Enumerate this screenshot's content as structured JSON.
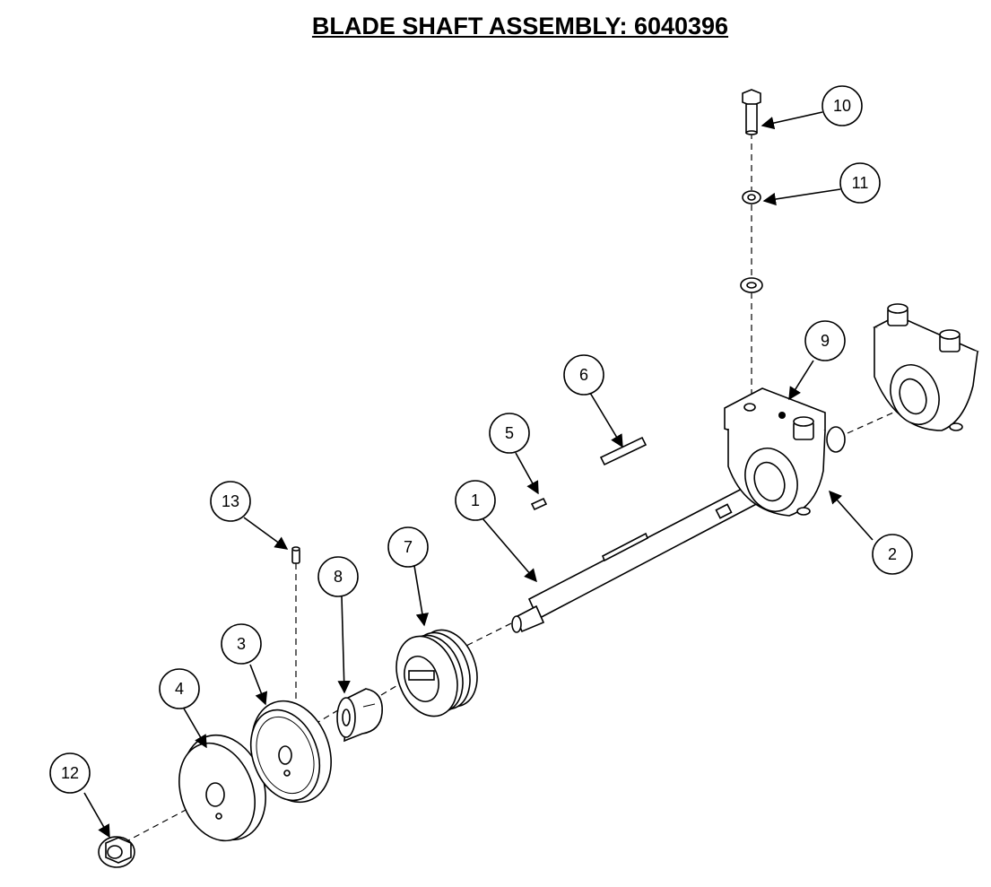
{
  "title": "BLADE SHAFT ASSEMBLY: 6040396",
  "callouts": [
    {
      "id": "1",
      "label": "1"
    },
    {
      "id": "2",
      "label": "2"
    },
    {
      "id": "3",
      "label": "3"
    },
    {
      "id": "4",
      "label": "4"
    },
    {
      "id": "5",
      "label": "5"
    },
    {
      "id": "6",
      "label": "6"
    },
    {
      "id": "7",
      "label": "7"
    },
    {
      "id": "8",
      "label": "8"
    },
    {
      "id": "9",
      "label": "9"
    },
    {
      "id": "10",
      "label": "10"
    },
    {
      "id": "11",
      "label": "11"
    },
    {
      "id": "12",
      "label": "12"
    },
    {
      "id": "13",
      "label": "13"
    }
  ]
}
